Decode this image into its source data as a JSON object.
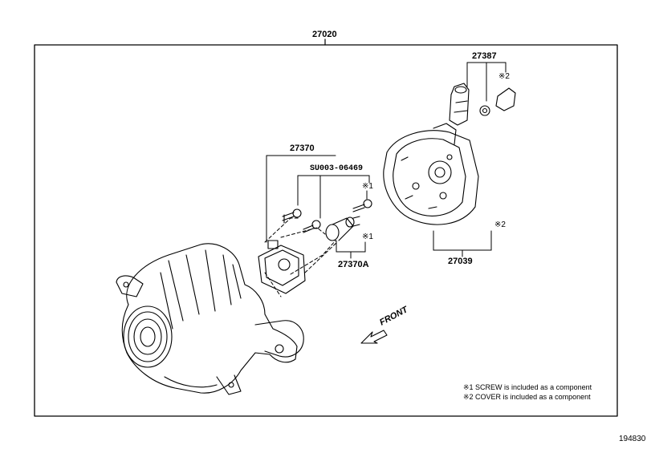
{
  "labels": {
    "assembly": "27020",
    "brush_holder_group": "27387",
    "regulator": "27370",
    "regulator_part": "SU003-06469",
    "regulator_sub": "27370A",
    "rear_cover": "27039",
    "note_mark_1": "※1",
    "note_mark_2": "※2",
    "front": "FRONT",
    "figure_id": "194830"
  },
  "notes": [
    "※1 SCREW is included as a component",
    "※2 COVER is included as a component"
  ]
}
